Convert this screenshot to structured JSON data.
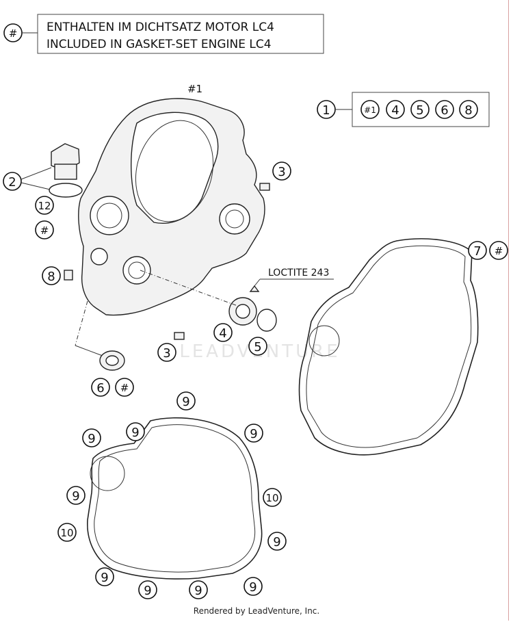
{
  "legend": {
    "marker": "#",
    "line_de": "ENTHALTEN IM DICHTSATZ MOTOR LC4",
    "line_en": "INCLUDED IN GASKET-SET ENGINE LC4"
  },
  "kit": {
    "number": "1",
    "contents": [
      "#1",
      "4",
      "5",
      "6",
      "8"
    ]
  },
  "labels": {
    "cover_ref": "#1",
    "loctite": "LOCTITE 243",
    "watermark": "LEADVENTURE"
  },
  "callouts": [
    {
      "id": "c-2",
      "text": "2"
    },
    {
      "id": "c-12",
      "text": "12"
    },
    {
      "id": "c-2-hash",
      "text": "#"
    },
    {
      "id": "c-3a",
      "text": "3"
    },
    {
      "id": "c-8",
      "text": "8"
    },
    {
      "id": "c-7",
      "text": "7"
    },
    {
      "id": "c-7-hash",
      "text": "#"
    },
    {
      "id": "c-4",
      "text": "4"
    },
    {
      "id": "c-5",
      "text": "5"
    },
    {
      "id": "c-3b",
      "text": "3"
    },
    {
      "id": "c-6",
      "text": "6"
    },
    {
      "id": "c-6-hash",
      "text": "#"
    },
    {
      "id": "c-9a",
      "text": "9"
    },
    {
      "id": "c-9b",
      "text": "9"
    },
    {
      "id": "c-9c",
      "text": "9"
    },
    {
      "id": "c-9d",
      "text": "9"
    },
    {
      "id": "c-9e",
      "text": "9"
    },
    {
      "id": "c-10a",
      "text": "10"
    },
    {
      "id": "c-10b",
      "text": "10"
    },
    {
      "id": "c-9f",
      "text": "9"
    },
    {
      "id": "c-9g",
      "text": "9"
    },
    {
      "id": "c-9h",
      "text": "9"
    },
    {
      "id": "c-9i",
      "text": "9"
    },
    {
      "id": "c-9j",
      "text": "9"
    }
  ],
  "footer": "Rendered by LeadVenture, Inc."
}
